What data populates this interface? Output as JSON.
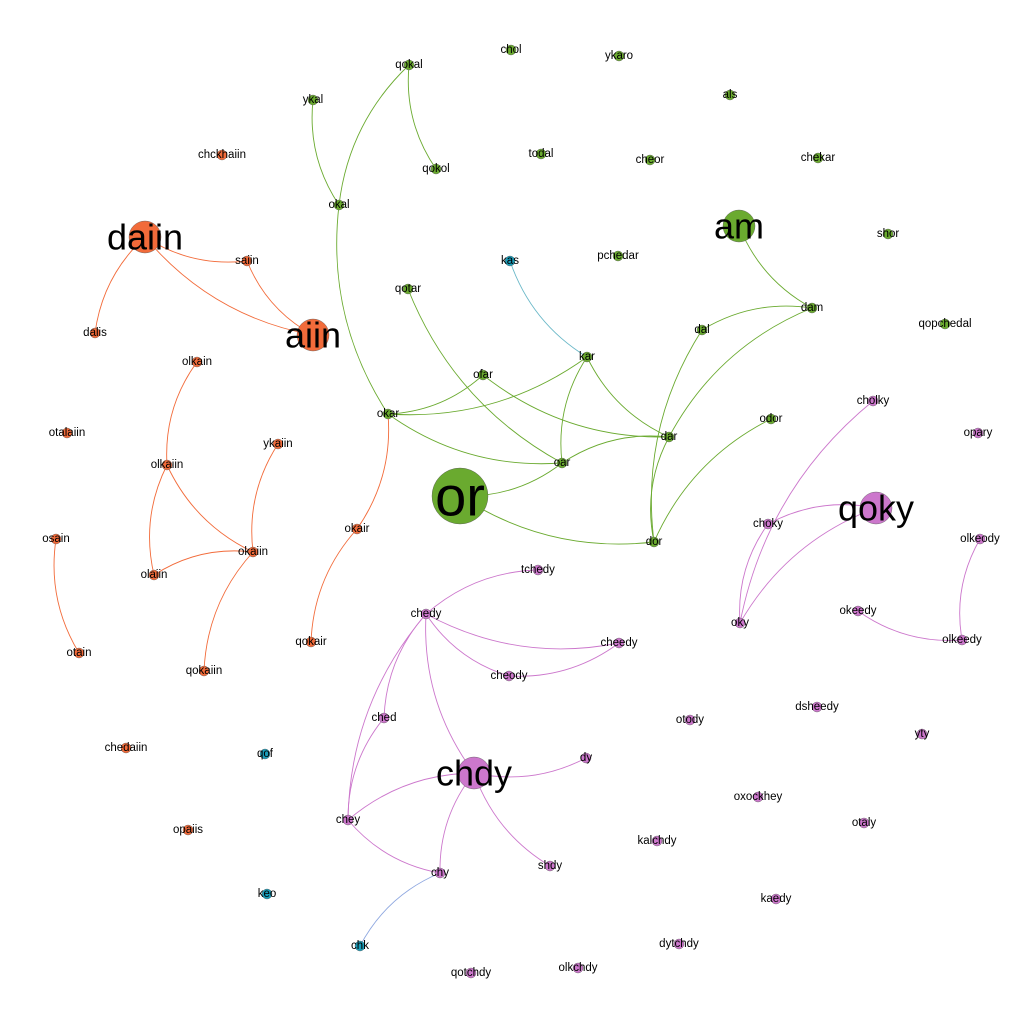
{
  "colors": {
    "orange": "#f26b3a",
    "green": "#6aaa2f",
    "purple": "#cc77cc",
    "teal": "#1a9cb8",
    "edge_teal": "#6ab8c8",
    "edge_blue": "#8fa8e0"
  },
  "graph": {
    "nodes": [
      {
        "id": "daiin",
        "label": "daiin",
        "group": "orange",
        "size": "large"
      },
      {
        "id": "aiin",
        "label": "aiin",
        "group": "orange",
        "size": "large"
      },
      {
        "id": "saiin",
        "label": "saiin",
        "group": "orange",
        "size": "small"
      },
      {
        "id": "dalis",
        "label": "dalis",
        "group": "orange",
        "size": "small"
      },
      {
        "id": "chckhaiin",
        "label": "chckhaiin",
        "group": "orange",
        "size": "small"
      },
      {
        "id": "olkain",
        "label": "olkain",
        "group": "orange",
        "size": "small"
      },
      {
        "id": "otalaiin",
        "label": "otalaiin",
        "group": "orange",
        "size": "small"
      },
      {
        "id": "olkaiin",
        "label": "olkaiin",
        "group": "orange",
        "size": "small"
      },
      {
        "id": "ykaiin",
        "label": "ykaiin",
        "group": "orange",
        "size": "small"
      },
      {
        "id": "okaiin",
        "label": "okaiin",
        "group": "orange",
        "size": "small"
      },
      {
        "id": "olaiin",
        "label": "olaiin",
        "group": "orange",
        "size": "small"
      },
      {
        "id": "osain",
        "label": "osain",
        "group": "orange",
        "size": "small"
      },
      {
        "id": "otain",
        "label": "otain",
        "group": "orange",
        "size": "small"
      },
      {
        "id": "qokaiin",
        "label": "qokaiin",
        "group": "orange",
        "size": "small"
      },
      {
        "id": "okair",
        "label": "okair",
        "group": "orange",
        "size": "small"
      },
      {
        "id": "qokair",
        "label": "qokair",
        "group": "orange",
        "size": "small"
      },
      {
        "id": "chedaiin",
        "label": "chedaiin",
        "group": "orange",
        "size": "small"
      },
      {
        "id": "opaiis",
        "label": "opaiis",
        "group": "orange",
        "size": "small"
      },
      {
        "id": "qokal",
        "label": "qokal",
        "group": "green",
        "size": "small"
      },
      {
        "id": "ykal",
        "label": "ykal",
        "group": "green",
        "size": "small"
      },
      {
        "id": "qokol",
        "label": "qokol",
        "group": "green",
        "size": "small"
      },
      {
        "id": "okal",
        "label": "okal",
        "group": "green",
        "size": "small"
      },
      {
        "id": "chol",
        "label": "chol",
        "group": "green",
        "size": "small"
      },
      {
        "id": "ykaro",
        "label": "ykaro",
        "group": "green",
        "size": "small"
      },
      {
        "id": "als",
        "label": "als",
        "group": "green",
        "size": "small"
      },
      {
        "id": "todal",
        "label": "todal",
        "group": "green",
        "size": "small"
      },
      {
        "id": "cheor",
        "label": "cheor",
        "group": "green",
        "size": "small"
      },
      {
        "id": "chekar",
        "label": "chekar",
        "group": "green",
        "size": "small"
      },
      {
        "id": "am",
        "label": "am",
        "group": "green",
        "size": "large"
      },
      {
        "id": "shor",
        "label": "shor",
        "group": "green",
        "size": "small"
      },
      {
        "id": "pchedar",
        "label": "pchedar",
        "group": "green",
        "size": "small"
      },
      {
        "id": "qotar",
        "label": "qotar",
        "group": "green",
        "size": "small"
      },
      {
        "id": "dam",
        "label": "dam",
        "group": "green",
        "size": "small"
      },
      {
        "id": "qopchedal",
        "label": "qopchedal",
        "group": "green",
        "size": "small"
      },
      {
        "id": "dal",
        "label": "dal",
        "group": "green",
        "size": "small"
      },
      {
        "id": "kar",
        "label": "kar",
        "group": "green",
        "size": "small"
      },
      {
        "id": "ofar",
        "label": "ofar",
        "group": "green",
        "size": "small"
      },
      {
        "id": "okar",
        "label": "okar",
        "group": "green",
        "size": "small"
      },
      {
        "id": "odor",
        "label": "odor",
        "group": "green",
        "size": "small"
      },
      {
        "id": "dar",
        "label": "dar",
        "group": "green",
        "size": "small"
      },
      {
        "id": "oar",
        "label": "oar",
        "group": "green",
        "size": "small"
      },
      {
        "id": "or",
        "label": "or",
        "group": "green",
        "size": "xlarge"
      },
      {
        "id": "dor",
        "label": "dor",
        "group": "green",
        "size": "small"
      },
      {
        "id": "kas",
        "label": "kas",
        "group": "teal",
        "size": "small"
      },
      {
        "id": "qof",
        "label": "qof",
        "group": "teal",
        "size": "small"
      },
      {
        "id": "keo",
        "label": "keo",
        "group": "teal",
        "size": "small"
      },
      {
        "id": "chk",
        "label": "chk",
        "group": "teal",
        "size": "small"
      },
      {
        "id": "cholky",
        "label": "cholky",
        "group": "purple",
        "size": "small"
      },
      {
        "id": "opary",
        "label": "opary",
        "group": "purple",
        "size": "small"
      },
      {
        "id": "qoky",
        "label": "qoky",
        "group": "purple",
        "size": "large"
      },
      {
        "id": "choky",
        "label": "choky",
        "group": "purple",
        "size": "small"
      },
      {
        "id": "olkeody",
        "label": "olkeody",
        "group": "purple",
        "size": "small"
      },
      {
        "id": "okeedy",
        "label": "okeedy",
        "group": "purple",
        "size": "small"
      },
      {
        "id": "oky",
        "label": "oky",
        "group": "purple",
        "size": "small"
      },
      {
        "id": "olkeedy",
        "label": "olkeedy",
        "group": "purple",
        "size": "small"
      },
      {
        "id": "tchedy",
        "label": "tchedy",
        "group": "purple",
        "size": "small"
      },
      {
        "id": "chedy",
        "label": "chedy",
        "group": "purple",
        "size": "small"
      },
      {
        "id": "cheedy",
        "label": "cheedy",
        "group": "purple",
        "size": "small"
      },
      {
        "id": "cheody",
        "label": "cheody",
        "group": "purple",
        "size": "small"
      },
      {
        "id": "ched",
        "label": "ched",
        "group": "purple",
        "size": "small"
      },
      {
        "id": "otody",
        "label": "otody",
        "group": "purple",
        "size": "small"
      },
      {
        "id": "dsheedy",
        "label": "dsheedy",
        "group": "purple",
        "size": "small"
      },
      {
        "id": "yty",
        "label": "yty",
        "group": "purple",
        "size": "small"
      },
      {
        "id": "chdy",
        "label": "chdy",
        "group": "purple",
        "size": "large"
      },
      {
        "id": "dy",
        "label": "dy",
        "group": "purple",
        "size": "small"
      },
      {
        "id": "oxockhey",
        "label": "oxockhey",
        "group": "purple",
        "size": "small"
      },
      {
        "id": "chey",
        "label": "chey",
        "group": "purple",
        "size": "small"
      },
      {
        "id": "otaly",
        "label": "otaly",
        "group": "purple",
        "size": "small"
      },
      {
        "id": "kalchdy",
        "label": "kalchdy",
        "group": "purple",
        "size": "small"
      },
      {
        "id": "chy",
        "label": "chy",
        "group": "purple",
        "size": "small"
      },
      {
        "id": "shdy",
        "label": "shdy",
        "group": "purple",
        "size": "small"
      },
      {
        "id": "kaedy",
        "label": "kaedy",
        "group": "purple",
        "size": "small"
      },
      {
        "id": "dytchdy",
        "label": "dytchdy",
        "group": "purple",
        "size": "small"
      },
      {
        "id": "olkchdy",
        "label": "olkchdy",
        "group": "purple",
        "size": "small"
      },
      {
        "id": "qotchdy",
        "label": "qotchdy",
        "group": "purple",
        "size": "small"
      }
    ],
    "edges": [
      {
        "source": "daiin",
        "target": "saiin",
        "color": "orange"
      },
      {
        "source": "daiin",
        "target": "aiin",
        "color": "orange"
      },
      {
        "source": "daiin",
        "target": "dalis",
        "color": "orange"
      },
      {
        "source": "saiin",
        "target": "aiin",
        "color": "orange"
      },
      {
        "source": "olkain",
        "target": "olkaiin",
        "color": "orange"
      },
      {
        "source": "olkaiin",
        "target": "okaiin",
        "color": "orange"
      },
      {
        "source": "olkaiin",
        "target": "olaiin",
        "color": "orange"
      },
      {
        "source": "ykaiin",
        "target": "okaiin",
        "color": "orange"
      },
      {
        "source": "okaiin",
        "target": "olaiin",
        "color": "orange"
      },
      {
        "source": "okaiin",
        "target": "qokaiin",
        "color": "orange"
      },
      {
        "source": "osain",
        "target": "otain",
        "color": "orange"
      },
      {
        "source": "okair",
        "target": "qokair",
        "color": "orange"
      },
      {
        "source": "okair",
        "target": "okar",
        "color": "orange"
      },
      {
        "source": "qokal",
        "target": "qokol",
        "color": "green"
      },
      {
        "source": "qokal",
        "target": "okal",
        "color": "green"
      },
      {
        "source": "ykal",
        "target": "okal",
        "color": "green"
      },
      {
        "source": "okal",
        "target": "okar",
        "color": "green"
      },
      {
        "source": "qotar",
        "target": "oar",
        "color": "green"
      },
      {
        "source": "okar",
        "target": "ofar",
        "color": "green"
      },
      {
        "source": "okar",
        "target": "kar",
        "color": "green"
      },
      {
        "source": "okar",
        "target": "oar",
        "color": "green"
      },
      {
        "source": "ofar",
        "target": "dar",
        "color": "green"
      },
      {
        "source": "kar",
        "target": "oar",
        "color": "green"
      },
      {
        "source": "kar",
        "target": "dar",
        "color": "green"
      },
      {
        "source": "am",
        "target": "dam",
        "color": "green"
      },
      {
        "source": "dam",
        "target": "dal",
        "color": "green"
      },
      {
        "source": "dam",
        "target": "dar",
        "color": "green"
      },
      {
        "source": "dal",
        "target": "dor",
        "color": "green"
      },
      {
        "source": "odor",
        "target": "dor",
        "color": "green"
      },
      {
        "source": "dar",
        "target": "oar",
        "color": "green"
      },
      {
        "source": "dar",
        "target": "dor",
        "color": "green"
      },
      {
        "source": "or",
        "target": "oar",
        "color": "green"
      },
      {
        "source": "or",
        "target": "dor",
        "color": "green"
      },
      {
        "source": "kas",
        "target": "kar",
        "color": "edge_teal"
      },
      {
        "source": "cholky",
        "target": "oky",
        "color": "purple"
      },
      {
        "source": "qoky",
        "target": "choky",
        "color": "purple"
      },
      {
        "source": "qoky",
        "target": "oky",
        "color": "purple"
      },
      {
        "source": "choky",
        "target": "oky",
        "color": "purple"
      },
      {
        "source": "olkeody",
        "target": "olkeedy",
        "color": "purple"
      },
      {
        "source": "okeedy",
        "target": "olkeedy",
        "color": "purple"
      },
      {
        "source": "tchedy",
        "target": "chedy",
        "color": "purple"
      },
      {
        "source": "chedy",
        "target": "cheedy",
        "color": "purple"
      },
      {
        "source": "chedy",
        "target": "cheody",
        "color": "purple"
      },
      {
        "source": "cheody",
        "target": "cheedy",
        "color": "purple"
      },
      {
        "source": "chedy",
        "target": "ched",
        "color": "purple"
      },
      {
        "source": "chedy",
        "target": "chdy",
        "color": "purple"
      },
      {
        "source": "chedy",
        "target": "chey",
        "color": "purple"
      },
      {
        "source": "ched",
        "target": "chey",
        "color": "purple"
      },
      {
        "source": "chdy",
        "target": "dy",
        "color": "purple"
      },
      {
        "source": "chdy",
        "target": "chey",
        "color": "purple"
      },
      {
        "source": "chdy",
        "target": "chy",
        "color": "purple"
      },
      {
        "source": "chdy",
        "target": "shdy",
        "color": "purple"
      },
      {
        "source": "chey",
        "target": "chy",
        "color": "purple"
      },
      {
        "source": "chy",
        "target": "chk",
        "color": "edge_blue"
      }
    ]
  }
}
